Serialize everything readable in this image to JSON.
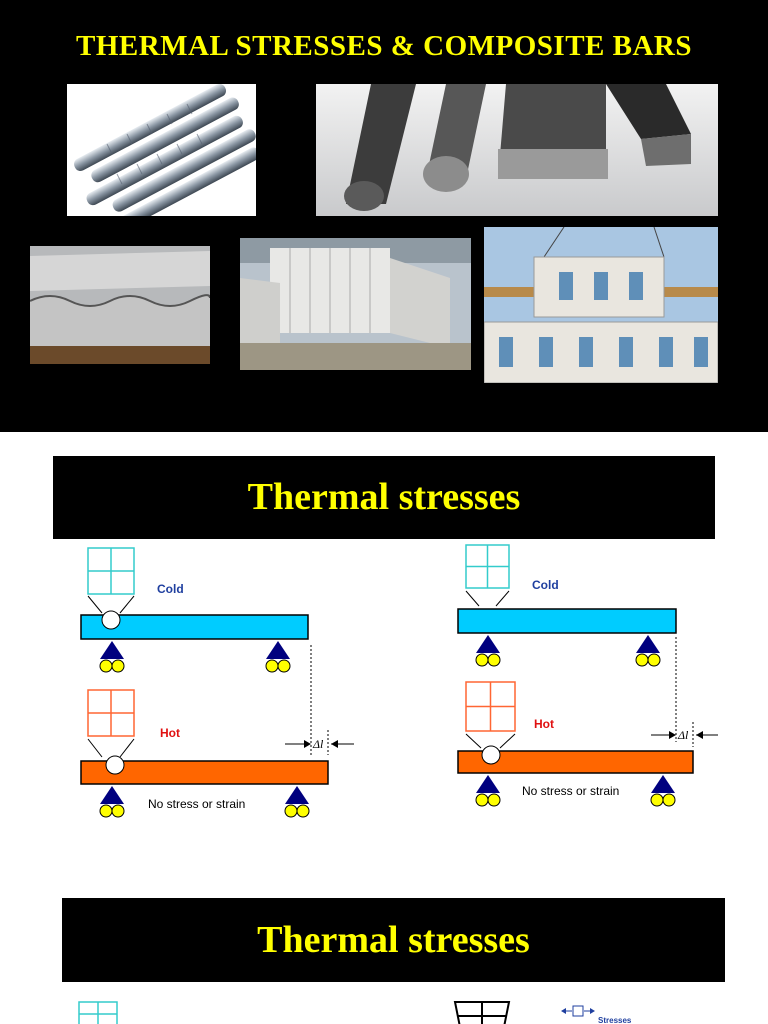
{
  "slide1": {
    "title": "THERMAL STRESSES & COMPOSITE BARS"
  },
  "slide2": {
    "title": "Thermal stresses",
    "left_diagram": {
      "cold_label": "Cold",
      "hot_label": "Hot",
      "caption": "No stress or strain",
      "delta_label": "Δl"
    },
    "right_diagram": {
      "cold_label": "Cold",
      "hot_label": "Hot",
      "caption": "No stress or strain",
      "delta_label": "Δl"
    }
  },
  "slide3": {
    "title": "Thermal stresses",
    "stresses_label": "Stresses"
  },
  "colors": {
    "title_yellow": "#ffff00",
    "cold_bar": "#00ccff",
    "hot_bar": "#ff6600",
    "support_navy": "#00007f",
    "roller_yellow": "#ffff00",
    "grid_cyan": "#33cccc",
    "grid_orange": "#ff6633"
  }
}
